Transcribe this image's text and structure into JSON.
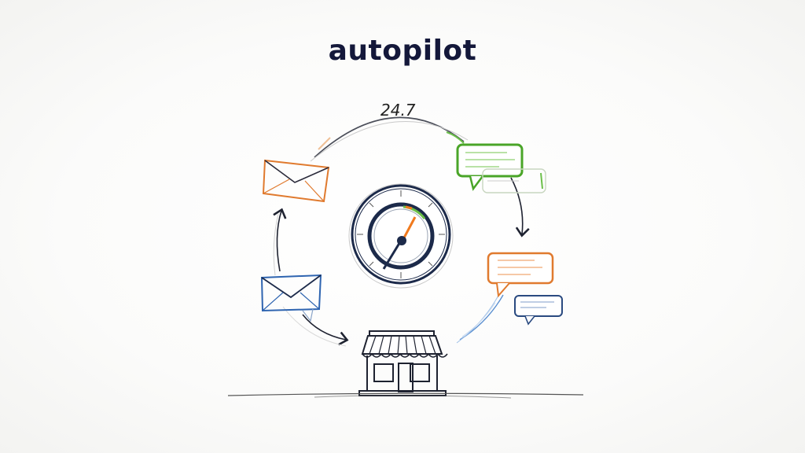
{
  "title": "autopilot",
  "cycle_label": "24.7",
  "colors": {
    "title": "#14183a",
    "orange": "#e07a2e",
    "green": "#4aa528",
    "blue": "#2e64b0",
    "navy": "#1c2a4a",
    "ink": "#1e2230",
    "gauge_needle": "#f07a1e"
  },
  "elements": {
    "gauge": "speedometer-icon",
    "storefront": "storefront-icon",
    "envelopes": [
      "email-envelope-orange",
      "email-envelope-blue"
    ],
    "chat_bubbles": [
      "chat-bubble-green",
      "chat-bubble-light",
      "chat-bubble-orange",
      "chat-bubble-navy"
    ]
  }
}
